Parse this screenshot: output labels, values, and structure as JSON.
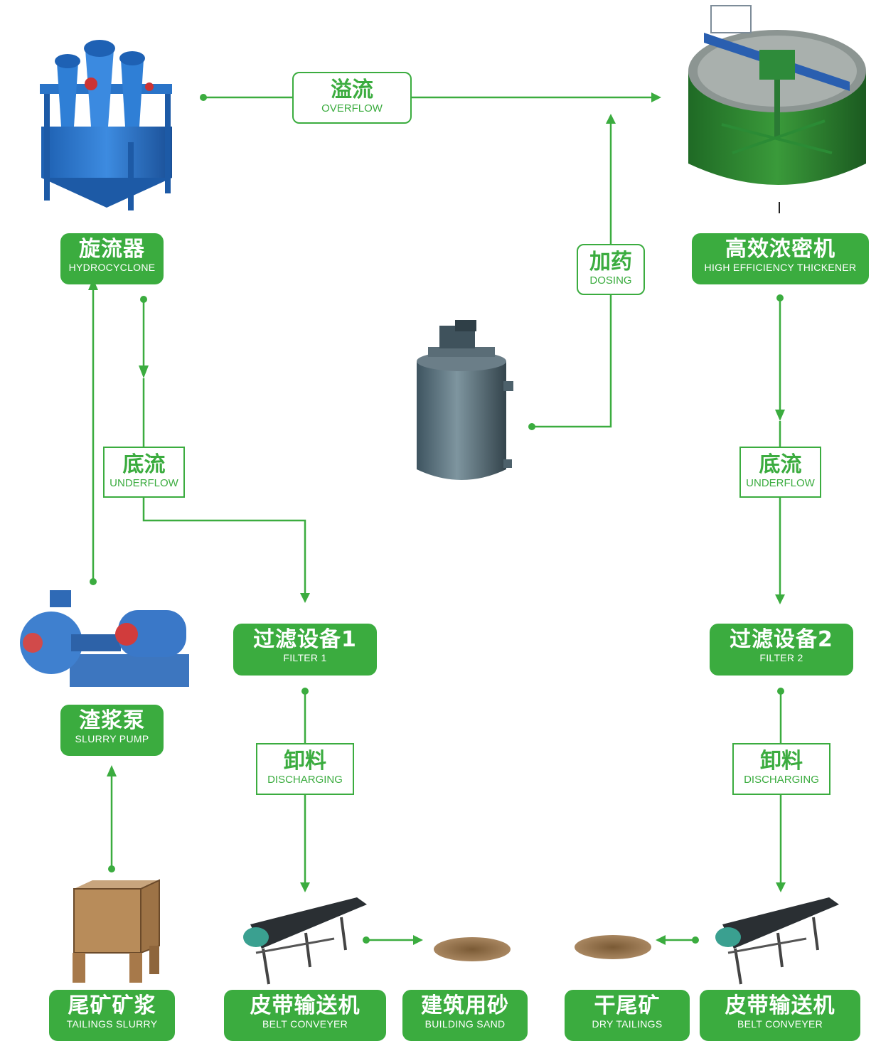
{
  "colors": {
    "accent": "#3bac3f",
    "text_on_accent": "#ffffff"
  },
  "nodes": {
    "hydrocyclone": {
      "cn": "旋流器",
      "en": "HYDROCYCLONE"
    },
    "thickener": {
      "cn": "高效浓密机",
      "en": "HIGH EFFICIENCY THICKENER"
    },
    "filter1": {
      "cn": "过滤设备1",
      "en": "FILTER 1"
    },
    "filter2": {
      "cn": "过滤设备2",
      "en": "FILTER 2"
    },
    "slurry_pump": {
      "cn": "渣浆泵",
      "en": "SLURRY PUMP"
    },
    "tailings_slurry": {
      "cn": "尾矿矿浆",
      "en": "TAILINGS SLURRY"
    },
    "belt_conveyer_1": {
      "cn": "皮带输送机",
      "en": "BELT CONVEYER"
    },
    "building_sand": {
      "cn": "建筑用砂",
      "en": "BUILDING SAND"
    },
    "dry_tailings": {
      "cn": "干尾矿",
      "en": "DRY TAILINGS"
    },
    "belt_conveyer_2": {
      "cn": "皮带输送机",
      "en": "BELT CONVEYER"
    }
  },
  "flows": {
    "overflow": {
      "cn": "溢流",
      "en": "OVERFLOW"
    },
    "dosing": {
      "cn": "加药",
      "en": "DOSING"
    },
    "underflow_1": {
      "cn": "底流",
      "en": "UNDERFLOW"
    },
    "underflow_2": {
      "cn": "底流",
      "en": "UNDERFLOW"
    },
    "discharging_1": {
      "cn": "卸料",
      "en": "DISCHARGING"
    },
    "discharging_2": {
      "cn": "卸料",
      "en": "DISCHARGING"
    }
  }
}
